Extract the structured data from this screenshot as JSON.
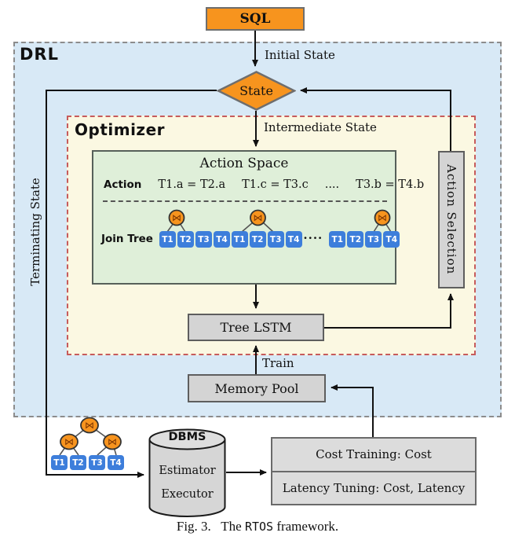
{
  "containers": {
    "drl": "DRL",
    "optimizer": "Optimizer"
  },
  "nodes": {
    "sql": "SQL",
    "state": "State",
    "action_selection": "Action Selection",
    "tree_lstm": "Tree LSTM",
    "memory_pool": "Memory Pool"
  },
  "action_space": {
    "title": "Action Space",
    "action_label": "Action",
    "actions": [
      "T1.a = T2.a",
      "T1.c = T3.c",
      "....",
      "T3.b = T4.b"
    ],
    "join_tree_label": "Join Tree",
    "ellipsis": "····"
  },
  "tables": [
    "T1",
    "T2",
    "T3",
    "T4"
  ],
  "edge_labels": {
    "initial": "Initial State",
    "intermediate": "Intermediate State",
    "terminating": "Terminating State",
    "train": "Train"
  },
  "dbms": {
    "title": "DBMS",
    "line1": "Estimator",
    "line2": "Executor"
  },
  "cost_box": {
    "row1": "Cost Training: Cost",
    "row2": "Latency Tuning: Cost, Latency"
  },
  "icons": {
    "join": "⋈"
  },
  "caption": {
    "fig": "Fig. 3.",
    "pre": "The",
    "code": "RTOS",
    "post": "framework."
  },
  "colors": {
    "orange": "#f7941e",
    "drl_background": "#d8e9f6",
    "drl_border": "#8c8c8c",
    "optimizer_background": "#fbf8e2",
    "optimizer_border": "#c75b5b",
    "action_space_background": "#dfefd9",
    "table_blue": "#3d7edb",
    "gray_box": "#d4d4d4",
    "line": "#111111"
  }
}
